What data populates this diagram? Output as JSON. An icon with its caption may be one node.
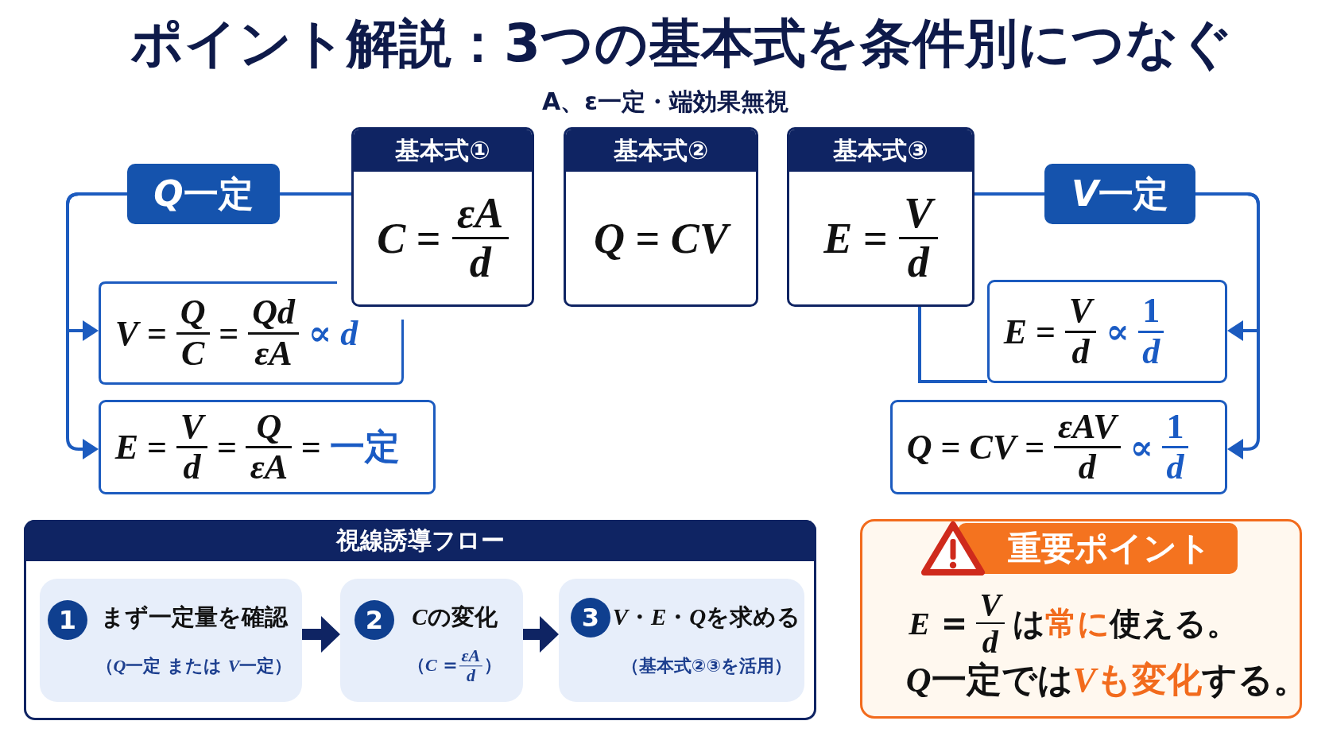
{
  "diagram": {
    "title": "ポイント解説：3つの基本式を条件別につなぐ",
    "nodes": [
      {
        "text": [
          "Q一定"
        ]
      },
      {
        "text": [
          "基本式①",
          "C =",
          "εA",
          "d"
        ]
      },
      {
        "text": [
          "基本式②",
          "Q = CV"
        ]
      },
      {
        "text": [
          "基本式③",
          "E =",
          "V",
          "d"
        ]
      },
      {
        "text": [
          "V一定"
        ]
      },
      {
        "text": [
          "V =",
          "Q",
          "C",
          "=",
          "Qd",
          "εA",
          "∝ d"
        ]
      },
      {
        "text": [
          "E =",
          "V",
          "d",
          "=",
          "Q",
          "εA",
          "=",
          "一定"
        ]
      },
      {
        "text": [
          "E =",
          "V",
          "d",
          "∝",
          "1",
          "d"
        ]
      },
      {
        "text": [
          "Q = CV =",
          "εAV",
          "d",
          "∝",
          "1",
          "d"
        ]
      },
      {
        "text": [
          "視線誘導フロー"
        ]
      },
      {
        "text": [
          "まず一定量を確認",
          "（Q一定 または V一定）"
        ],
        "in": 9
      },
      {
        "text": [
          "1"
        ],
        "in": 10
      },
      {
        "text": [
          "Cの変化",
          "（C =",
          "εA",
          "d",
          "）"
        ],
        "in": 9
      },
      {
        "text": [
          "2"
        ],
        "in": 12
      },
      {
        "text": [
          "V・E・Qを求める",
          "（基本式②③を活用）"
        ],
        "in": 9
      },
      {
        "text": [
          "3"
        ],
        "in": 14
      },
      {
        "text": [
          "E =",
          "V",
          "d",
          "は**常に**使える。",
          "Q一定では**Vも変化**する。"
        ]
      },
      {
        "text": [
          "重要ポイント"
        ],
        "in": 16
      }
    ],
    "edges": [
      {
        "from": 0,
        "to": 5,
        "arrow": "to"
      },
      {
        "from": 0,
        "to": 6,
        "arrow": "to"
      },
      {
        "from": 1,
        "to": 0,
        "arrow": "none"
      },
      {
        "from": 4,
        "to": 7,
        "arrow": "to"
      },
      {
        "from": 4,
        "to": 8,
        "arrow": "to"
      },
      {
        "from": 3,
        "to": 4,
        "arrow": "none"
      },
      {
        "from": 3,
        "to": 7,
        "arrow": "none"
      },
      {
        "from": 10,
        "to": 12,
        "arrow": "to",
        "style": "thick",
        "color": "#0f2463"
      },
      {
        "from": 12,
        "to": 14,
        "arrow": "to",
        "style": "thick",
        "color": "#0f2463"
      }
    ],
    "labels": [
      "A、ε一定・端効果無視"
    ]
  }
}
